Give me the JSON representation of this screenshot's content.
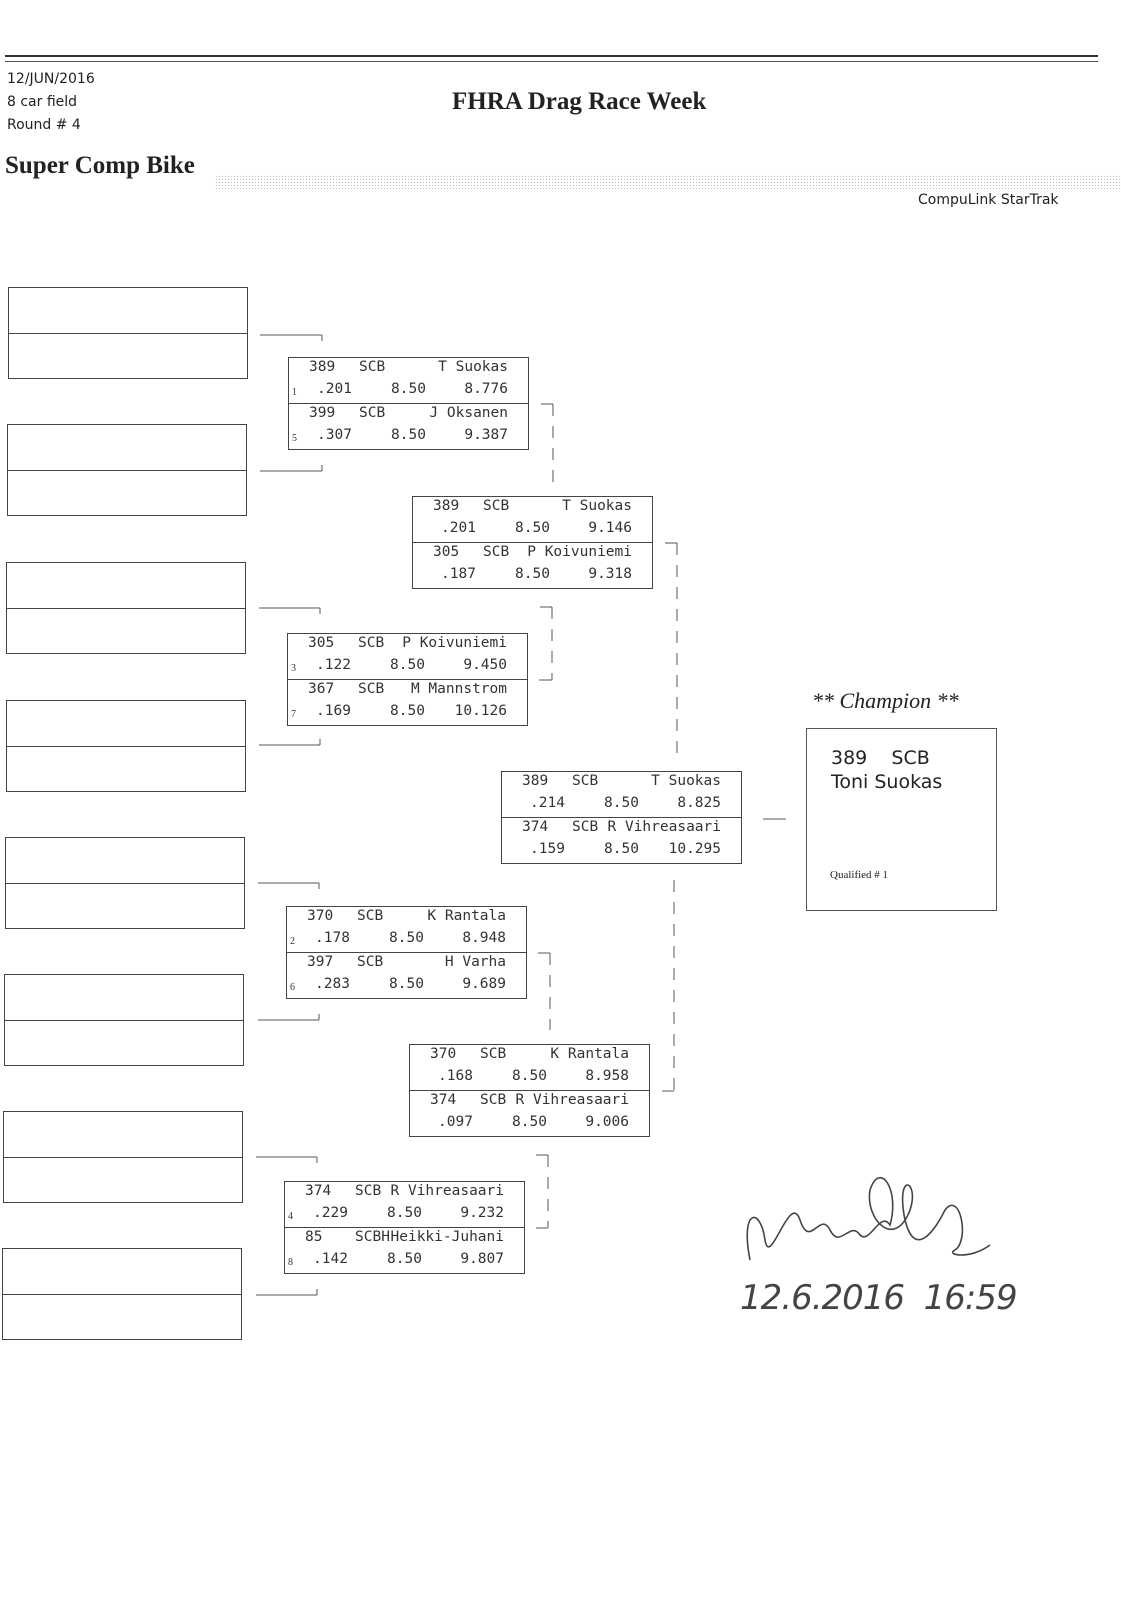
{
  "header": {
    "date": "12/JUN/2016",
    "field": "8 car field",
    "round": "Round # 4",
    "event_title": "FHRA Drag Race Week",
    "class_title": "Super Comp Bike",
    "software": "CompuLink StarTrak"
  },
  "round1": [
    {
      "a": {
        "num": "389",
        "cls": "SCB",
        "name": "T Suokas",
        "seed": "1",
        "rt": ".201",
        "dial": "8.50",
        "et": "8.776"
      },
      "b": {
        "num": "399",
        "cls": "SCB",
        "name": "J Oksanen",
        "seed": "5",
        "rt": ".307",
        "dial": "8.50",
        "et": "9.387"
      }
    },
    {
      "a": {
        "num": "305",
        "cls": "SCB",
        "name": "P Koivuniemi",
        "seed": "3",
        "rt": ".122",
        "dial": "8.50",
        "et": "9.450"
      },
      "b": {
        "num": "367",
        "cls": "SCB",
        "name": "M Mannstrom",
        "seed": "7",
        "rt": ".169",
        "dial": "8.50",
        "et": "10.126"
      }
    },
    {
      "a": {
        "num": "370",
        "cls": "SCB",
        "name": "K Rantala",
        "seed": "2",
        "rt": ".178",
        "dial": "8.50",
        "et": "8.948"
      },
      "b": {
        "num": "397",
        "cls": "SCB",
        "name": "H Varha",
        "seed": "6",
        "rt": ".283",
        "dial": "8.50",
        "et": "9.689"
      }
    },
    {
      "a": {
        "num": "374",
        "cls": "SCB",
        "name": "R Vihreasaari",
        "seed": "4",
        "rt": ".229",
        "dial": "8.50",
        "et": "9.232"
      },
      "b": {
        "num": "85",
        "cls": "SCBH",
        "name": "Heikki-Juhani",
        "seed": "8",
        "rt": ".142",
        "dial": "8.50",
        "et": "9.807"
      }
    }
  ],
  "round2": [
    {
      "a": {
        "num": "389",
        "cls": "SCB",
        "name": "T Suokas",
        "rt": ".201",
        "dial": "8.50",
        "et": "9.146"
      },
      "b": {
        "num": "305",
        "cls": "SCB",
        "name": "P Koivuniemi",
        "rt": ".187",
        "dial": "8.50",
        "et": "9.318"
      }
    },
    {
      "a": {
        "num": "370",
        "cls": "SCB",
        "name": "K Rantala",
        "rt": ".168",
        "dial": "8.50",
        "et": "8.958"
      },
      "b": {
        "num": "374",
        "cls": "SCB",
        "name": "R Vihreasaari",
        "rt": ".097",
        "dial": "8.50",
        "et": "9.006"
      }
    }
  ],
  "final": [
    {
      "a": {
        "num": "389",
        "cls": "SCB",
        "name": "T Suokas",
        "rt": ".214",
        "dial": "8.50",
        "et": "8.825"
      },
      "b": {
        "num": "374",
        "cls": "SCB",
        "name": "R Vihreasaari",
        "rt": ".159",
        "dial": "8.50",
        "et": "10.295"
      }
    }
  ],
  "champion": {
    "heading": "** Champion **",
    "num_class": "389    SCB",
    "name": "Toni Suokas",
    "qualified": "Qualified # 1"
  },
  "signature": {
    "date_time": "12.6.2016  16:59"
  }
}
